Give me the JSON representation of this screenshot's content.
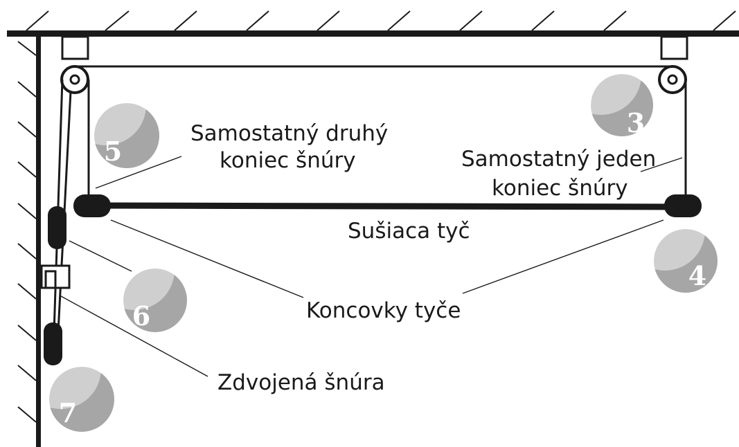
{
  "labels": {
    "cord_end_two_line1": "Samostatný druhý",
    "cord_end_two_line2": "koniec šnúry",
    "cord_end_one_line1": "Samostatný jeden",
    "cord_end_one_line2": "koniec šnúry",
    "drying_rod": "Sušiaca tyč",
    "rod_end_caps": "Koncovky tyče",
    "double_cord": "Zdvojená šnúra"
  },
  "badges": {
    "b3": "3",
    "b4": "4",
    "b5": "5",
    "b6": "6",
    "b7": "7"
  },
  "colors": {
    "line": "#1a1a1a",
    "badge_light": "#cfcfcf",
    "badge_dark": "#a6a6a6",
    "badge_text": "#ffffff"
  }
}
